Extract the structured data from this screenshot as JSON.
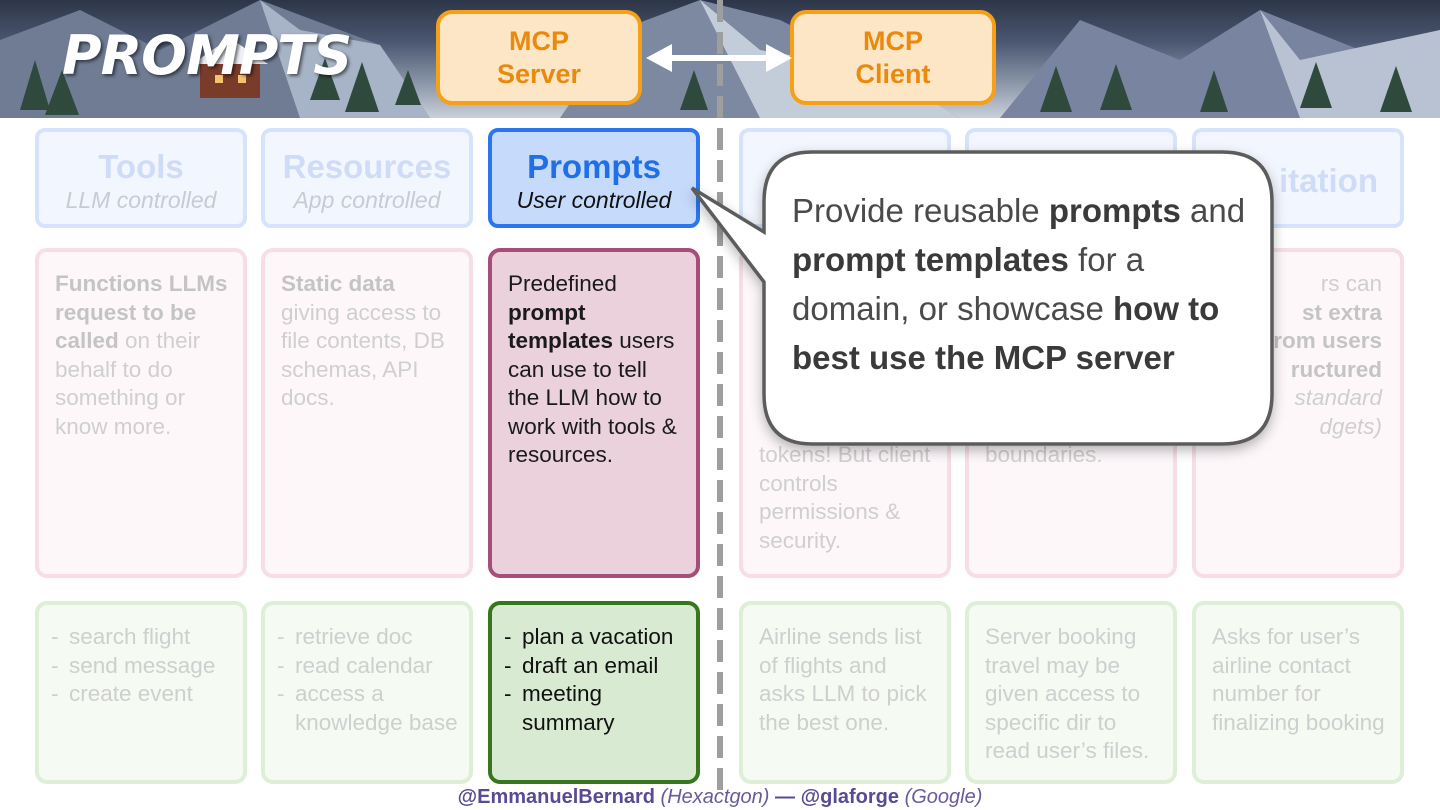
{
  "slide_title": "PROMPTS",
  "server_box": {
    "line1": "MCP",
    "line2": "Server"
  },
  "client_box": {
    "line1": "MCP",
    "line2": "Client"
  },
  "columns": [
    {
      "head": "Tools",
      "sub": "LLM controlled"
    },
    {
      "head": "Resources",
      "sub": "App controlled"
    },
    {
      "head": "Prompts",
      "sub": "User controlled"
    },
    {
      "head": "",
      "sub": ""
    },
    {
      "head": "",
      "sub": ""
    },
    {
      "head": "itation",
      "sub": ""
    }
  ],
  "descriptions": {
    "tools": {
      "b1": "Functions LLMs request to be called",
      "t1": " on their behalf to do something or know more."
    },
    "resources": {
      "b1": "Static data",
      "t1": " giving access to file contents, DB schemas, API docs."
    },
    "prompts": {
      "t1": "Predefined ",
      "b1": "prompt templates",
      "t2": " users can use to tell the LLM how to work with tools & resources."
    },
    "sampling": {
      "t1": "tokens! But client controls permissions & security."
    },
    "roots": {
      "t1": "boundaries."
    },
    "elicitation": {
      "t1": "rs can",
      "b1": "st extra",
      "b2": "rom users",
      "b3": "ructured",
      "i1": "standard",
      "i2": "dgets)"
    }
  },
  "examples": {
    "tools": [
      "search flight",
      "send message",
      "create event"
    ],
    "resources": [
      "retrieve doc",
      "read calendar",
      "access a knowledge base"
    ],
    "prompts": [
      "plan a vacation",
      "draft an email",
      "meeting summary"
    ],
    "sampling": "Airline sends list of flights and asks LLM to pick the best one.",
    "roots": "Server booking travel may be given access to specific dir to read user’s files.",
    "elicitation": "Asks for user’s airline contact number for finalizing booking"
  },
  "callout": {
    "t1": "Provide reusable ",
    "b1": "prompts",
    "t2": " and ",
    "b2": "prompt templates",
    "t3": " for a domain, or showcase ",
    "b3": "how to best use the MCP server"
  },
  "footer": {
    "handle1": "@EmmanuelBernard",
    "org1": "(Hexactgon)",
    "sep": " — ",
    "handle2": "@glaforge",
    "org2": "(Google)"
  },
  "colors": {
    "mcp_box_fill": "#fde6c6",
    "mcp_box_border": "#f6a019",
    "active_head_border": "#2b76f0",
    "active_desc_border": "#a64d79",
    "active_example_border": "#38761d"
  }
}
